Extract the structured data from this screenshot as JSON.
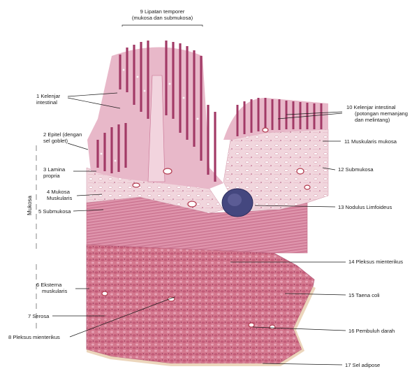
{
  "title": {
    "line1": "9 Lipatan temporer",
    "line2": "(mukosa dan submukosa)"
  },
  "side_label": "Mukosa",
  "labels_left": [
    {
      "l1": "1 Kelenjar",
      "l2": "intestinal"
    },
    {
      "l1": "2 Epitel  (dengan",
      "l2": "sel goblet)"
    },
    {
      "l1": "3 Lamina",
      "l2": "propria"
    },
    {
      "l1": "4 Mukosa",
      "l2": "Muskularis"
    },
    {
      "l1": "5 Submukosa",
      "l2": ""
    },
    {
      "l1": "6  Eksterna",
      "l2": "muskularis"
    },
    {
      "l1": "7 Serosa",
      "l2": ""
    },
    {
      "l1": "8 Pleksus mienterikus",
      "l2": ""
    }
  ],
  "labels_right": [
    {
      "l1": "10 Kelenjar intestinal",
      "l2": "(potongan memanjang",
      "l3": "dan melintang)"
    },
    {
      "l1": "11 Muskularis mukosa",
      "l2": "",
      "l3": ""
    },
    {
      "l1": "12 Submukosa",
      "l2": "",
      "l3": ""
    },
    {
      "l1": "13 Nodulus Limfoideus",
      "l2": "",
      "l3": ""
    },
    {
      "l1": "14 Pleksus mienterikus",
      "l2": "",
      "l3": ""
    },
    {
      "l1": "15 Taena coli",
      "l2": "",
      "l3": ""
    },
    {
      "l1": "16 Pembuluh darah",
      "l2": "",
      "l3": ""
    },
    {
      "l1": "17 Sel adipose",
      "l2": "",
      "l3": ""
    }
  ],
  "colors": {
    "mucosa": "#b0436f",
    "lamina": "#e7b3c6",
    "submucosa": "#f2d9df",
    "muscle": "#d9869e",
    "muscle_dark": "#c2607e",
    "nodule": "#3f3f7c",
    "serosa": "#e9c7a8"
  }
}
